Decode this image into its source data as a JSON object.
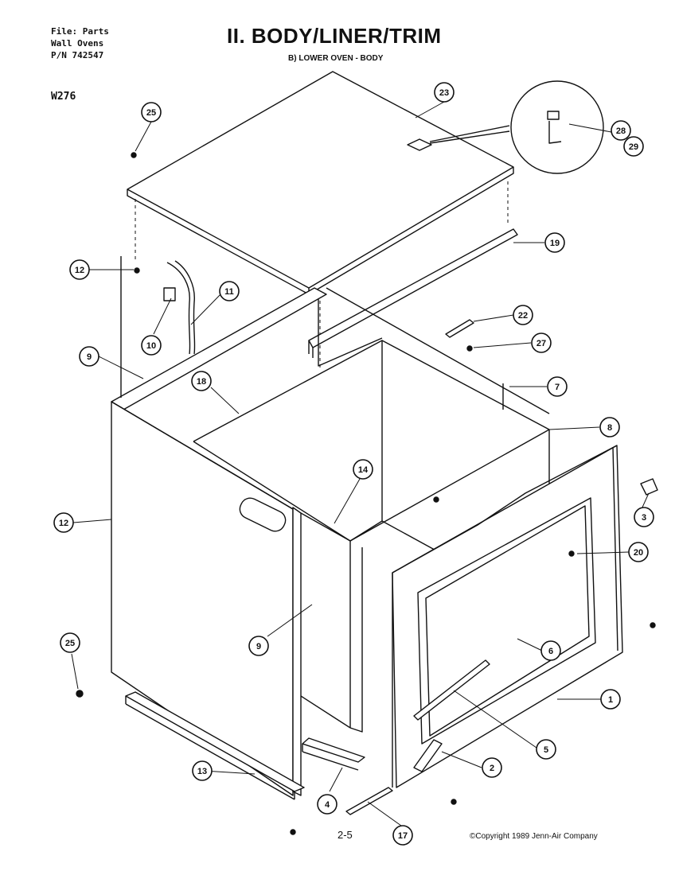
{
  "header": {
    "file_lines": [
      "File: Parts",
      "Wall Ovens",
      "P/N 742547"
    ],
    "model": "W276",
    "title": "II. BODY/LINER/TRIM",
    "subtitle": "B) LOWER OVEN - BODY"
  },
  "footer": {
    "page": "2-5",
    "copyright": "©Copyright 1989 Jenn-Air Company"
  },
  "callouts": [
    {
      "id": "c25a",
      "label": "25"
    },
    {
      "id": "c23",
      "label": "23"
    },
    {
      "id": "c28",
      "label": "28"
    },
    {
      "id": "c29",
      "label": "29"
    },
    {
      "id": "c19",
      "label": "19"
    },
    {
      "id": "c12a",
      "label": "12"
    },
    {
      "id": "c11",
      "label": "11"
    },
    {
      "id": "c10",
      "label": "10"
    },
    {
      "id": "c22",
      "label": "22"
    },
    {
      "id": "c27",
      "label": "27"
    },
    {
      "id": "c9a",
      "label": "9"
    },
    {
      "id": "c18",
      "label": "18"
    },
    {
      "id": "c7",
      "label": "7"
    },
    {
      "id": "c8",
      "label": "8"
    },
    {
      "id": "c14",
      "label": "14"
    },
    {
      "id": "c12b",
      "label": "12"
    },
    {
      "id": "c3",
      "label": "3"
    },
    {
      "id": "c20",
      "label": "20"
    },
    {
      "id": "c9b",
      "label": "9"
    },
    {
      "id": "c6",
      "label": "6"
    },
    {
      "id": "c25b",
      "label": "25"
    },
    {
      "id": "c1",
      "label": "1"
    },
    {
      "id": "c5",
      "label": "5"
    },
    {
      "id": "c13",
      "label": "13"
    },
    {
      "id": "c2",
      "label": "2"
    },
    {
      "id": "c4",
      "label": "4"
    },
    {
      "id": "c17",
      "label": "17"
    }
  ]
}
